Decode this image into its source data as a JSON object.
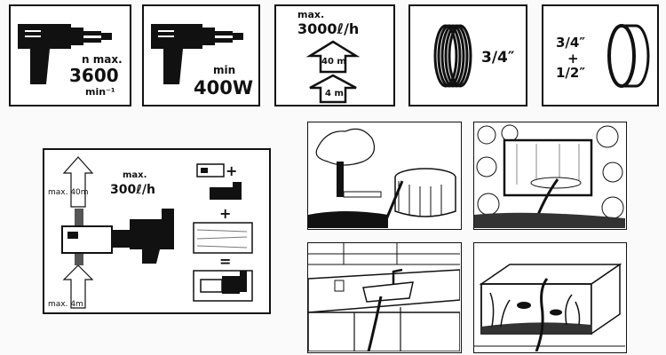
{
  "panel_speed": {
    "n_max": "n max.",
    "rpm": "3600",
    "unit": "min⁻¹"
  },
  "panel_power": {
    "min": "min",
    "watts": "400W"
  },
  "panel_flow": {
    "max": "max.",
    "rate": "3000ℓ/h",
    "lift": "40 m",
    "suction": "4 m"
  },
  "panel_hose": {
    "size": "3/4″"
  },
  "panel_adapter": {
    "size_a": "3/4″",
    "plus": "+",
    "size_b": "1/2″"
  },
  "diagram": {
    "max": "max.",
    "rate": "300ℓ/h",
    "lift_label": "max. 40m",
    "suction_label": "max. 4m",
    "plus": "+",
    "equals": "="
  }
}
